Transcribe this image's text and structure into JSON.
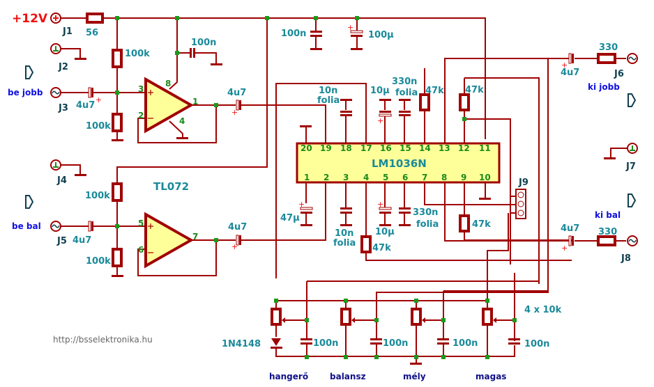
{
  "power": {
    "label": "+12V"
  },
  "connectors": {
    "J1": "J1",
    "J2": "J2",
    "J3": "J3",
    "J4": "J4",
    "J5": "J5",
    "J6": "J6",
    "J7": "J7",
    "J8": "J8",
    "J9": "J9"
  },
  "io_labels": {
    "in_right": "be jobb",
    "in_left": "be bal",
    "out_right": "ki jobb",
    "out_left": "ki bal"
  },
  "opamp": {
    "name": "TL072",
    "pins": {
      "p1": "1",
      "p2": "2",
      "p3": "3",
      "p4": "4",
      "p5": "5",
      "p6": "6",
      "p7": "7",
      "p8": "8"
    }
  },
  "ic": {
    "name": "LM1036N",
    "top_pins": [
      "20",
      "19",
      "18",
      "17",
      "16",
      "15",
      "14",
      "13",
      "12",
      "11"
    ],
    "bottom_pins": [
      "1",
      "2",
      "3",
      "4",
      "5",
      "6",
      "7",
      "8",
      "9",
      "10"
    ]
  },
  "values": {
    "r_supply": "56",
    "r_bias_1": "100k",
    "r_bias_2": "100k",
    "r_bias_3": "100k",
    "r_bias_4": "100k",
    "c_opamp_dec": "100n",
    "c_in_right": "4u7",
    "c_in_left": "4u7",
    "c_out_opamp_1": "4u7",
    "c_out_opamp_2": "4u7",
    "c_supply_1": "100n",
    "c_supply_2": "100µ",
    "c18": "10n",
    "c18_type": "folia",
    "c16": "10µ",
    "c15": "330n",
    "c15_type": "folia",
    "r14": "47k",
    "r12": "47k",
    "c1": "47µ",
    "c3": "10n",
    "c3_type": "folia",
    "c5": "10µ",
    "c6": "330n",
    "c6_type": "folia",
    "r4": "47k",
    "r9": "47k",
    "c_out_right": "4u7",
    "r_out_right": "330",
    "c_out_left": "4u7",
    "r_out_left": "330",
    "pots": "4 x 10k",
    "diode": "1N4148",
    "c_pot_1": "100n",
    "c_pot_2": "100n",
    "c_pot_3": "100n",
    "c_pot_4": "100n"
  },
  "controls": {
    "volume": "hangerő",
    "balance": "balansz",
    "bass": "mély",
    "treble": "magas"
  },
  "watermark": "http://bsselektronika.hu",
  "colors": {
    "wire": "#a00000",
    "node": "#1a9a1a",
    "value_text": "#1a8a9a",
    "ic_fill": "#ffff99",
    "power_text": "#ee1111",
    "io_text": "#1010e0"
  }
}
